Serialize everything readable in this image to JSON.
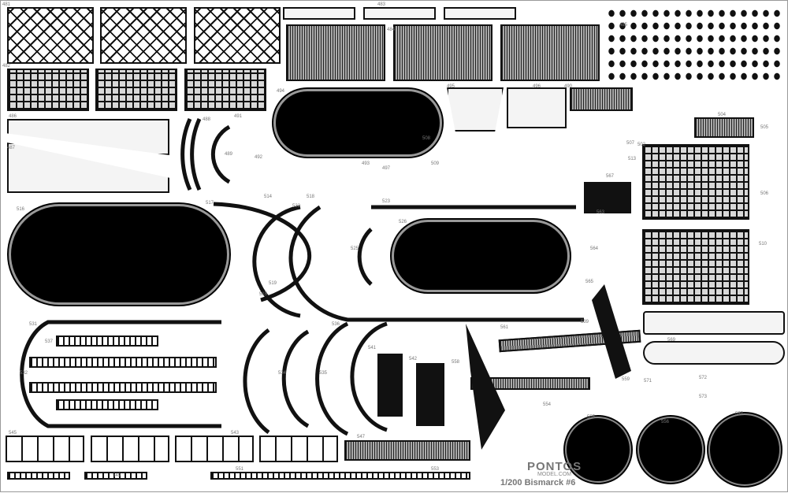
{
  "sheet": {
    "brand": "PONTOS",
    "brand_site": "MODEL.COM",
    "title": "1/200 Bismarck #6"
  },
  "part_numbers": [
    "481",
    "482",
    "483",
    "484",
    "485",
    "486",
    "487",
    "488",
    "489",
    "490",
    "491",
    "492",
    "493",
    "494",
    "495",
    "496",
    "497",
    "502",
    "504",
    "505",
    "506",
    "507",
    "508",
    "509",
    "510",
    "513",
    "514",
    "515",
    "516",
    "517",
    "518",
    "519",
    "522",
    "523",
    "525",
    "526",
    "531",
    "532",
    "534",
    "535",
    "536",
    "537",
    "539",
    "541",
    "542",
    "543",
    "545",
    "547",
    "549",
    "551",
    "553",
    "554",
    "555",
    "556",
    "557",
    "558",
    "559",
    "561",
    "563",
    "564",
    "565",
    "567",
    "569",
    "571",
    "572",
    "573"
  ]
}
